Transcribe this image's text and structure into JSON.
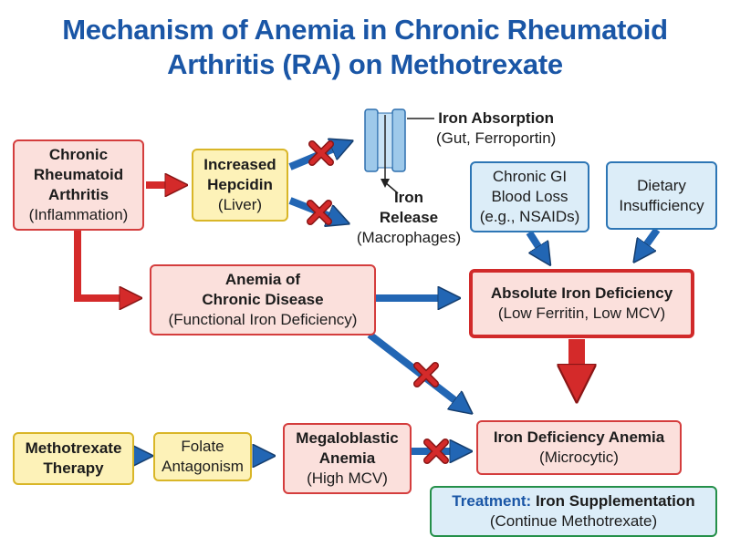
{
  "title": {
    "line1": "Mechanism of Anemia in Chronic Rheumatoid",
    "line2": "Arthritis (RA) on Methotrexate"
  },
  "nodes": {
    "ra": {
      "line1": "Chronic",
      "line2": "Rheumatoid",
      "line3": "Arthritis",
      "sub": "(Inflammation)"
    },
    "hepcidin": {
      "line1": "Increased",
      "line2": "Hepcidin",
      "sub": "(Liver)"
    },
    "absorption": {
      "label": "Iron Absorption",
      "sub": "(Gut, Ferroportin)"
    },
    "release": {
      "line1": "Iron",
      "line2": "Release",
      "sub": "(Macrophages)"
    },
    "gi_loss": {
      "line1": "Chronic GI",
      "line2": "Blood Loss",
      "line3": "(e.g., NSAIDs)"
    },
    "dietary": {
      "line1": "Dietary",
      "line2": "Insufficiency"
    },
    "acd": {
      "line1": "Anemia of",
      "line2": "Chronic Disease",
      "sub": "(Functional Iron Deficiency)"
    },
    "absolute": {
      "label": "Absolute Iron Deficiency",
      "sub": "(Low Ferritin, Low MCV)"
    },
    "mtx": {
      "line1": "Methotrexate",
      "line2": "Therapy"
    },
    "folate": {
      "line1": "Folate",
      "line2": "Antagonism"
    },
    "megaloblastic": {
      "line1": "Megaloblastic",
      "line2": "Anemia",
      "sub": "(High MCV)"
    },
    "ida": {
      "label": "Iron Deficiency Anemia",
      "sub": "(Microcytic)"
    },
    "treatment": {
      "label": "Treatment:",
      "value": "Iron Supplementation",
      "sub": "(Continue Methotrexate)"
    }
  },
  "colors": {
    "title": "#1a56a6",
    "red_border": "#d43d3d",
    "red_fill": "#fbe0dc",
    "yellow_border": "#d9b628",
    "yellow_fill": "#fdf2b8",
    "blue_border": "#2d76b5",
    "blue_fill": "#dcedf8",
    "green_border": "#25904a",
    "arrow_blue": "#2266b4",
    "arrow_red": "#d42a2a",
    "blocked_x": "#d42a2a"
  },
  "icons": {
    "channel": "ion-channel-icon",
    "blocked": "red-x-block-icon"
  }
}
